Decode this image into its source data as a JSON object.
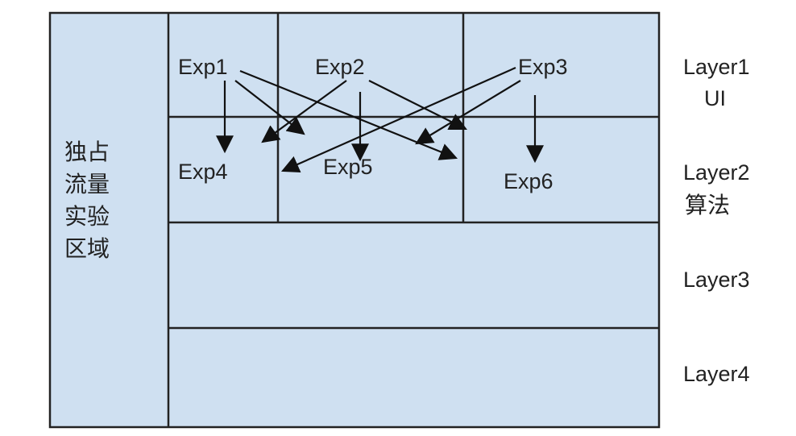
{
  "exclusive_zone": {
    "lines": [
      "独占",
      "流量",
      "实验",
      "区域"
    ]
  },
  "layers": [
    {
      "name": "Layer1",
      "sub": "UI"
    },
    {
      "name": "Layer2",
      "sub": "算法"
    },
    {
      "name": "Layer3",
      "sub": ""
    },
    {
      "name": "Layer4",
      "sub": ""
    }
  ],
  "experiments": [
    "Exp1",
    "Exp2",
    "Exp3",
    "Exp4",
    "Exp5",
    "Exp6"
  ],
  "colors": {
    "fill": "#cfe0f1",
    "stroke": "#222222"
  }
}
